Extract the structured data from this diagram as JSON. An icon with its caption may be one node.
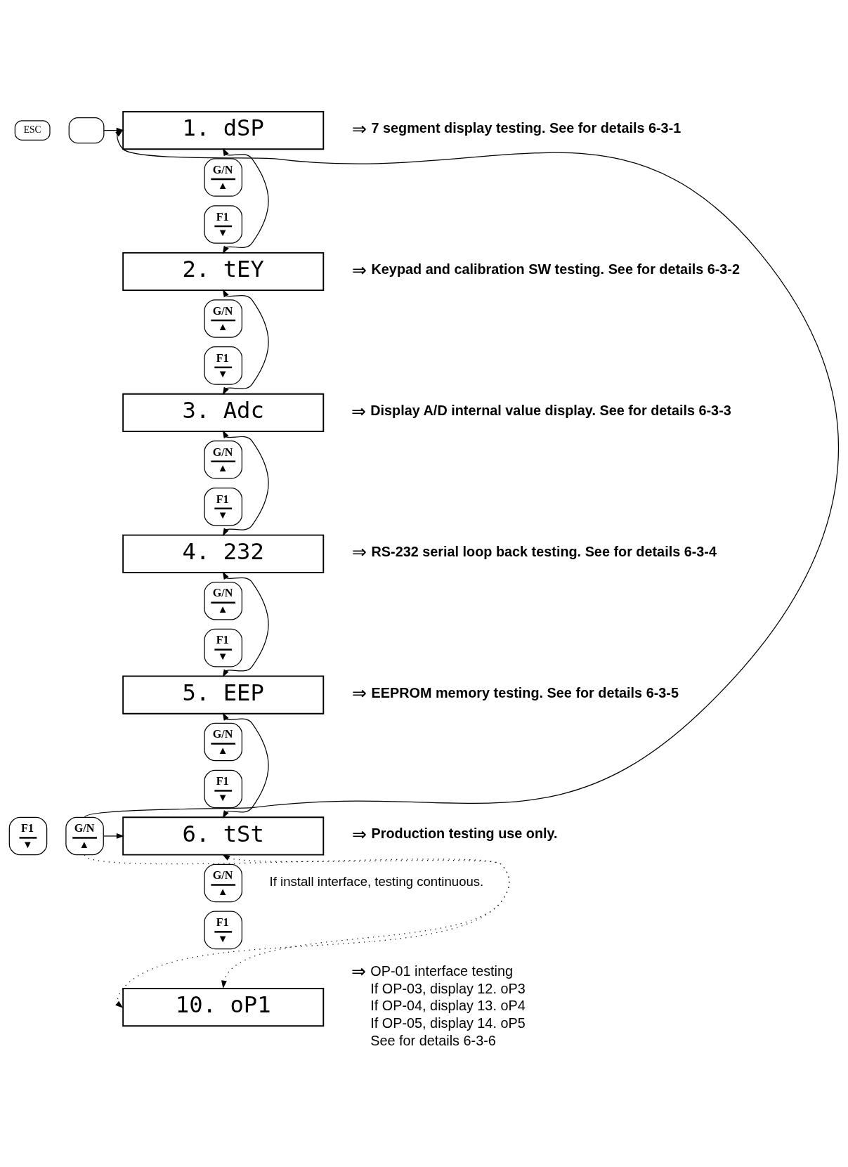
{
  "diagram": {
    "nodes": [
      {
        "text": [
          "ESC"
        ]
      },
      {
        "text": [],
        "shape": "box"
      },
      {
        "text": [
          "1. dSP"
        ],
        "beside": [
          "⇒",
          "7 segment display testing. See for details 6-3-1"
        ]
      },
      {
        "text": [
          "G/N",
          "▲"
        ]
      },
      {
        "text": [
          "F1",
          "▼"
        ]
      },
      {
        "text": [
          "2. tEY"
        ],
        "beside": [
          "⇒",
          "Keypad and calibration SW testing. See for details 6-3-2"
        ]
      },
      {
        "text": [
          "G/N",
          "▲"
        ]
      },
      {
        "text": [
          "F1",
          "▼"
        ]
      },
      {
        "text": [
          "3. Adc"
        ],
        "beside": [
          "⇒",
          "Display A/D internal value display. See for details 6-3-3"
        ]
      },
      {
        "text": [
          "G/N",
          "▲"
        ]
      },
      {
        "text": [
          "F1",
          "▼"
        ]
      },
      {
        "text": [
          "4. 232"
        ],
        "beside": [
          "⇒",
          "RS-232 serial loop back testing. See for details 6-3-4"
        ]
      },
      {
        "text": [
          "G/N",
          "▲"
        ]
      },
      {
        "text": [
          "F1",
          "▼"
        ]
      },
      {
        "text": [
          "5. EEP"
        ],
        "beside": [
          "⇒",
          "EEPROM memory testing. See for details 6-3-5"
        ]
      },
      {
        "text": [
          "G/N",
          "▲"
        ]
      },
      {
        "text": [
          "F1",
          "▼"
        ]
      },
      {
        "text": [
          "6. tSt"
        ],
        "beside": [
          "⇒",
          "Production testing use only."
        ]
      },
      {
        "text": [
          "F1",
          "▼"
        ]
      },
      {
        "text": [
          "G/N",
          "▲"
        ]
      },
      {
        "text": [
          "G/N",
          "▲"
        ]
      },
      {
        "text": [
          "F1",
          "▼"
        ]
      },
      {
        "text": [
          "10. oP1"
        ],
        "beside": [
          "⇒",
          "OP-01 interface testing",
          "If OP-03, display 12. oP3",
          "If OP-04, display 13. oP4",
          "If OP-05, display 14. oP5",
          "See for details 6-3-6"
        ]
      }
    ],
    "edges": [
      {
        "from": 1,
        "to": 2,
        "arrow": "to"
      },
      {
        "from": 19,
        "to": 2,
        "arrow": "to"
      },
      {
        "from": 19,
        "to": 17,
        "arrow": "to"
      },
      {
        "from": 19,
        "to": 22,
        "arrow": "to",
        "style": "dashed"
      },
      {
        "from": 2,
        "to": 5,
        "arrow": "both"
      },
      {
        "from": 5,
        "to": 8,
        "arrow": "both"
      },
      {
        "from": 8,
        "to": 11,
        "arrow": "both"
      },
      {
        "from": 11,
        "to": 14,
        "arrow": "both"
      },
      {
        "from": 14,
        "to": 17,
        "arrow": "both"
      },
      {
        "from": 17,
        "to": 22,
        "arrow": "both",
        "style": "dashed"
      }
    ],
    "labels": [
      "If install interface, testing continuous."
    ]
  }
}
